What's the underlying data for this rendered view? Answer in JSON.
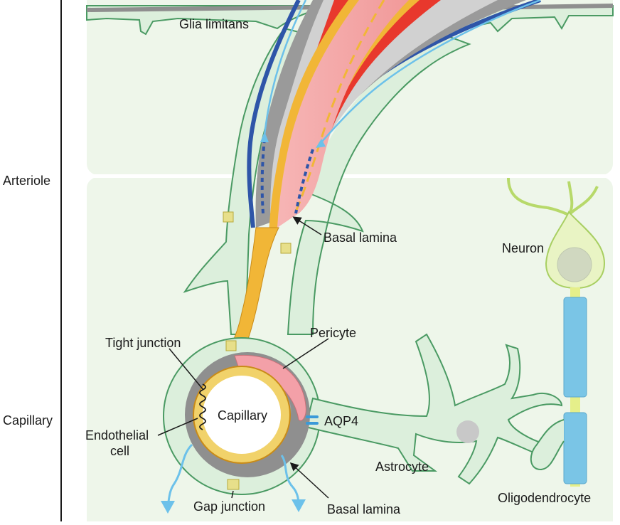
{
  "side_labels": {
    "arteriole": "Arteriole",
    "capillary": "Capillary"
  },
  "labels": {
    "glia_limitans": "Glia limitans",
    "basal_lamina_top": "Basal lamina",
    "neuron": "Neuron",
    "pericyte": "Pericyte",
    "tight_junction": "Tight junction",
    "capillary": "Capillary",
    "aqp4": "AQP4",
    "endothelial_line1": "Endothelial",
    "endothelial_line2": "cell",
    "astrocyte": "Astrocyte",
    "gap_junction": "Gap junction",
    "basal_lamina_bottom": "Basal lamina",
    "oligodendrocyte": "Oligodendrocyte"
  },
  "colors": {
    "astrocyte_fill": "#dcefdc",
    "astrocyte_stroke": "#4a9a63",
    "background_tissue": "#eef6ea",
    "basal_lamina": "#8f8f8f",
    "endothelium": "#f1b637",
    "vessel_lumen": "#f3a8a8",
    "smooth_muscle": "#e8382d",
    "perivascular_space": "#2e55a8",
    "csf_flow": "#6cc1ea",
    "pericyte": "#f3a0a8",
    "neuron_fill": "#e9f4c4",
    "neuron_stroke": "#a8cf62",
    "axon_myelin": "#7ac5e6"
  }
}
